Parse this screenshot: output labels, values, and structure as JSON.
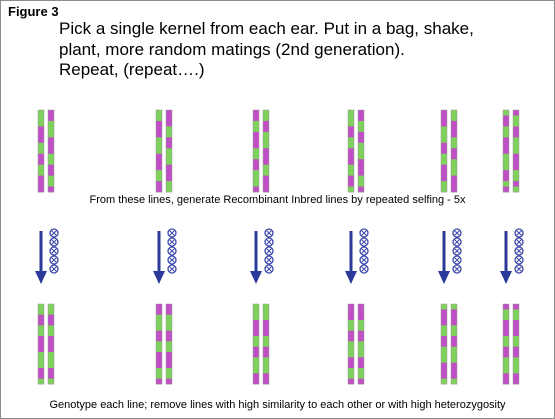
{
  "figure_label": "Figure 3",
  "instructions": [
    "Pick a single kernel from each ear.  Put in a bag, shake,",
    "plant, more random matings (2nd generation).",
    "Repeat, (repeat….)"
  ],
  "caption_top": "From these lines, generate Recombinant Inbred lines by repeated selfing -  5x",
  "caption_bottom": "Genotype each line;  remove lines with high similarity to each other or with high heterozygosity",
  "colors": {
    "allele_a": "#7ed15a",
    "allele_b": "#c04fc6",
    "arrow": "#2b3a9a",
    "selfing_circle": "#3d49a8"
  },
  "lines_count": 6,
  "selfing_rounds": 5,
  "top_chromosome_patterns": [
    [
      "aaabbbaabbaabbb",
      "bbaaabbbaabbaab"
    ],
    [
      "aabbbaaabbbaabb",
      "bbbaabbaaabbbaa"
    ],
    [
      "bbaabbbaabbaaab",
      "aabbaaabbbaabbb"
    ],
    [
      "aaabbaabbbaabba",
      "bbaabbaaabbbaab"
    ],
    [
      "bbbaaabbaabbbaa",
      "aabbbaabbaaabbb"
    ],
    [
      "abbaabbbaaabbab",
      "baabbaaabbbaaba"
    ]
  ],
  "bottom_chromosome_patterns": [
    [
      "aabbaabbbaaabba",
      "aabbaabbbaaabba"
    ],
    [
      "bbaaabbaabbbaab",
      "bbaaabbaabbbaab"
    ],
    [
      "aaabbbaabbaaabb",
      "aaabbbaabbaaabb"
    ],
    [
      "bbbaabbaaabbaab",
      "bbbaabbaaabbaab"
    ],
    [
      "abbbaabbaaabbba",
      "abbbaabbaaabbba"
    ],
    [
      "baabbbaabbaaabb",
      "baabbbaabbaaabb"
    ]
  ]
}
